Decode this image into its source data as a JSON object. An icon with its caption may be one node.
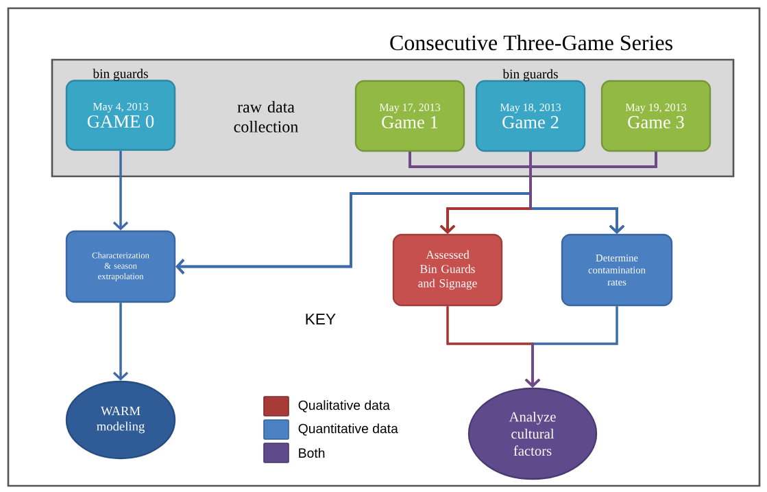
{
  "diagram": {
    "title": "Consecutive Three-Game Series",
    "nodes": [
      {
        "text": [
          "raw data collection"
        ]
      },
      {
        "text": [
          "May 4, 2013",
          "GAME 0"
        ],
        "beside": [
          "bin guards"
        ],
        "in": 0
      },
      {
        "text": [
          "May 17, 2013",
          "Game 1"
        ],
        "in": 0
      },
      {
        "text": [
          "May 18, 2013",
          "Game 2"
        ],
        "beside": [
          "bin guards"
        ],
        "in": 0
      },
      {
        "text": [
          "May 19, 2013",
          "Game 3"
        ],
        "in": 0
      },
      {
        "text": [
          "Characterization & season extrapolation"
        ]
      },
      {
        "text": [
          "Assessed Bin Guards and Signage"
        ]
      },
      {
        "text": [
          "Determine contamination rates"
        ]
      },
      {
        "text": [
          "WARM modeling"
        ]
      },
      {
        "text": [
          "Analyze cultural factors"
        ]
      }
    ],
    "edges": [
      {
        "from": 1,
        "to": 5,
        "arrow": "to"
      },
      {
        "from": 2,
        "to": 5,
        "arrow": "to"
      },
      {
        "from": 2,
        "to": 6,
        "arrow": "to",
        "color": "#a8332f"
      },
      {
        "from": 2,
        "to": 7,
        "arrow": "to"
      },
      {
        "from": 3,
        "to": 5,
        "arrow": "to"
      },
      {
        "from": 3,
        "to": 6,
        "arrow": "to",
        "color": "#a8332f"
      },
      {
        "from": 3,
        "to": 7,
        "arrow": "to"
      },
      {
        "from": 4,
        "to": 5,
        "arrow": "to"
      },
      {
        "from": 4,
        "to": 6,
        "arrow": "to",
        "color": "#a8332f"
      },
      {
        "from": 4,
        "to": 7,
        "arrow": "to"
      },
      {
        "from": 5,
        "to": 8,
        "arrow": "to"
      },
      {
        "from": 6,
        "to": 9,
        "arrow": "to",
        "color": "#a8332f"
      },
      {
        "from": 7,
        "to": 9,
        "arrow": "to"
      }
    ],
    "labels": [
      "KEY"
    ],
    "legend": [
      {
        "text": "Qualitative data",
        "color": "#a83a38"
      },
      {
        "text": "Quantitative data",
        "color": "#4a82c3"
      },
      {
        "text": "Both",
        "color": "#5f4a8b"
      }
    ]
  }
}
